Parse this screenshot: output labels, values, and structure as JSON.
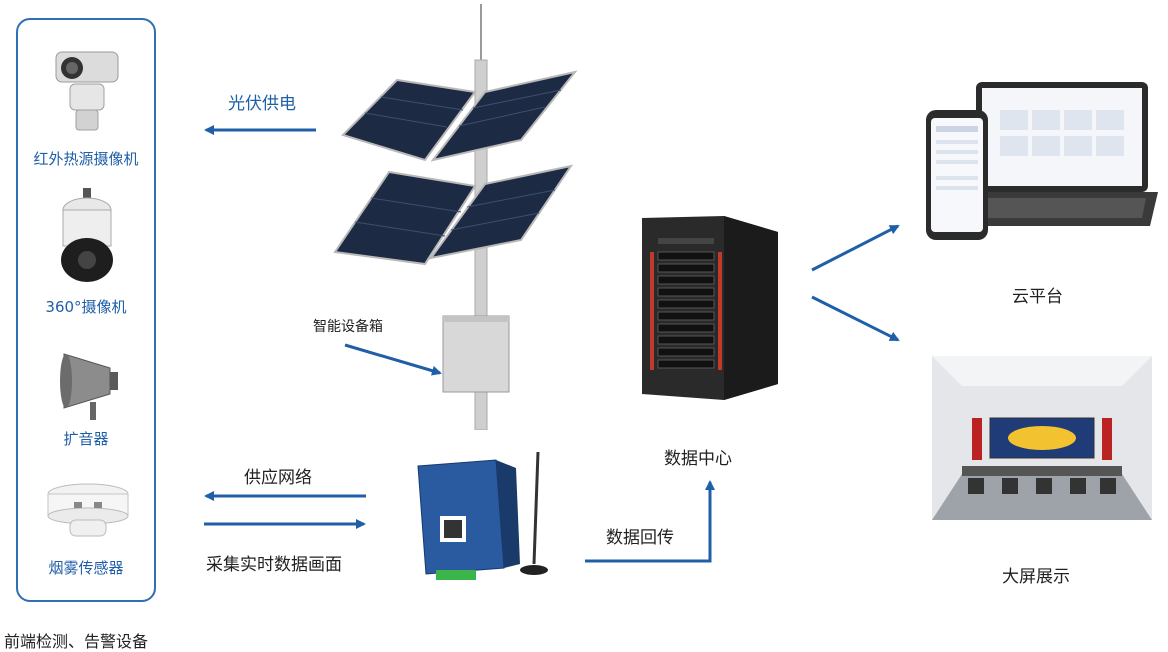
{
  "devices": [
    {
      "label": "红外热源摄像机",
      "icon": "thermal-camera-icon"
    },
    {
      "label": "360°摄像机",
      "icon": "dome-camera-icon"
    },
    {
      "label": "扩音器",
      "icon": "horn-speaker-icon"
    },
    {
      "label": "烟雾传感器",
      "icon": "smoke-sensor-icon"
    }
  ],
  "panel_caption": "前端检测、告警设备",
  "arrows": {
    "solar": "光伏供电",
    "network": "供应网络",
    "collect": "采集实时数据画面",
    "return": "数据回传"
  },
  "equipment": {
    "smart_box": "智能设备箱",
    "data_center": "数据中心",
    "cloud": "云平台",
    "big_screen": "大屏展示"
  },
  "colors": {
    "accent": "#1f5fa8",
    "panel_border": "#2f6fb4"
  }
}
